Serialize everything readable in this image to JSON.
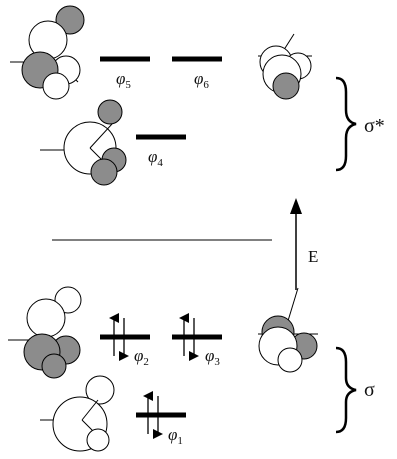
{
  "diagram": {
    "levels": [
      {
        "id": "phi5",
        "symbol": "φ",
        "index": "5",
        "group": "sigma-star",
        "electrons": 0
      },
      {
        "id": "phi6",
        "symbol": "φ",
        "index": "6",
        "group": "sigma-star",
        "electrons": 0
      },
      {
        "id": "phi4",
        "symbol": "φ",
        "index": "4",
        "group": "sigma-star",
        "electrons": 0
      },
      {
        "id": "phi2",
        "symbol": "φ",
        "index": "2",
        "group": "sigma",
        "electrons": 2
      },
      {
        "id": "phi3",
        "symbol": "φ",
        "index": "3",
        "group": "sigma",
        "electrons": 2
      },
      {
        "id": "phi1",
        "symbol": "φ",
        "index": "1",
        "group": "sigma",
        "electrons": 2
      }
    ],
    "group_labels": {
      "sigma_star": "σ*",
      "sigma": "σ"
    },
    "energy_axis_label": "E",
    "colors": {
      "line": "#000000",
      "lobe_shaded": "#8c8c8c",
      "lobe_empty": "#ffffff"
    }
  }
}
